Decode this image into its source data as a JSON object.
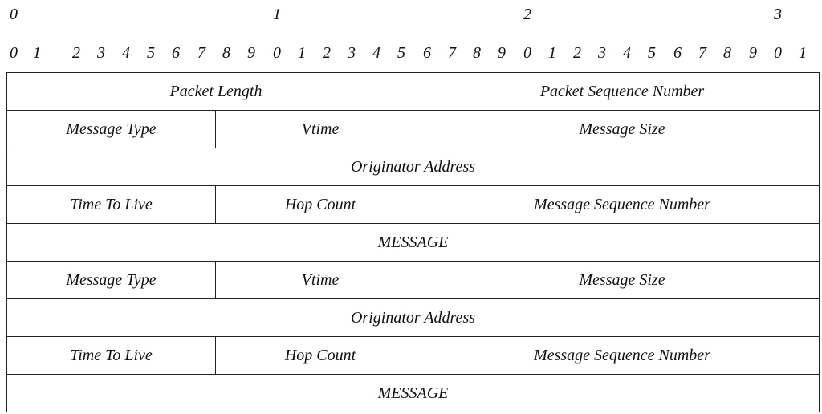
{
  "ruler": {
    "tens": [
      "0",
      "1",
      "2",
      "3"
    ],
    "ones": [
      "0",
      "1",
      "2",
      "3",
      "4",
      "5",
      "6",
      "7",
      "8",
      "9",
      "0",
      "1",
      "2",
      "3",
      "4",
      "5",
      "6",
      "7",
      "8",
      "9",
      "0",
      "1",
      "2",
      "3",
      "4",
      "5",
      "6",
      "7",
      "8",
      "9",
      "0",
      "1"
    ]
  },
  "packet": {
    "rows": [
      {
        "fields": [
          {
            "label": "Packet Length",
            "bits": 16
          },
          {
            "label": "Packet Sequence Number",
            "bits": 16
          }
        ]
      },
      {
        "fields": [
          {
            "label": "Message Type",
            "bits": 8
          },
          {
            "label": "Vtime",
            "bits": 8
          },
          {
            "label": "Message Size",
            "bits": 16
          }
        ]
      },
      {
        "fields": [
          {
            "label": "Originator Address",
            "bits": 32
          }
        ]
      },
      {
        "fields": [
          {
            "label": "Time To Live",
            "bits": 8
          },
          {
            "label": "Hop Count",
            "bits": 8
          },
          {
            "label": "Message Sequence Number",
            "bits": 16
          }
        ]
      },
      {
        "fields": [
          {
            "label": "MESSAGE",
            "bits": 32
          }
        ]
      },
      {
        "fields": [
          {
            "label": "Message Type",
            "bits": 8
          },
          {
            "label": "Vtime",
            "bits": 8
          },
          {
            "label": "Message Size",
            "bits": 16
          }
        ]
      },
      {
        "fields": [
          {
            "label": "Originator Address",
            "bits": 32
          }
        ]
      },
      {
        "fields": [
          {
            "label": "Time To Live",
            "bits": 8
          },
          {
            "label": "Hop Count",
            "bits": 8
          },
          {
            "label": "Message Sequence Number",
            "bits": 16
          }
        ]
      },
      {
        "fields": [
          {
            "label": "MESSAGE",
            "bits": 32
          }
        ]
      }
    ]
  }
}
